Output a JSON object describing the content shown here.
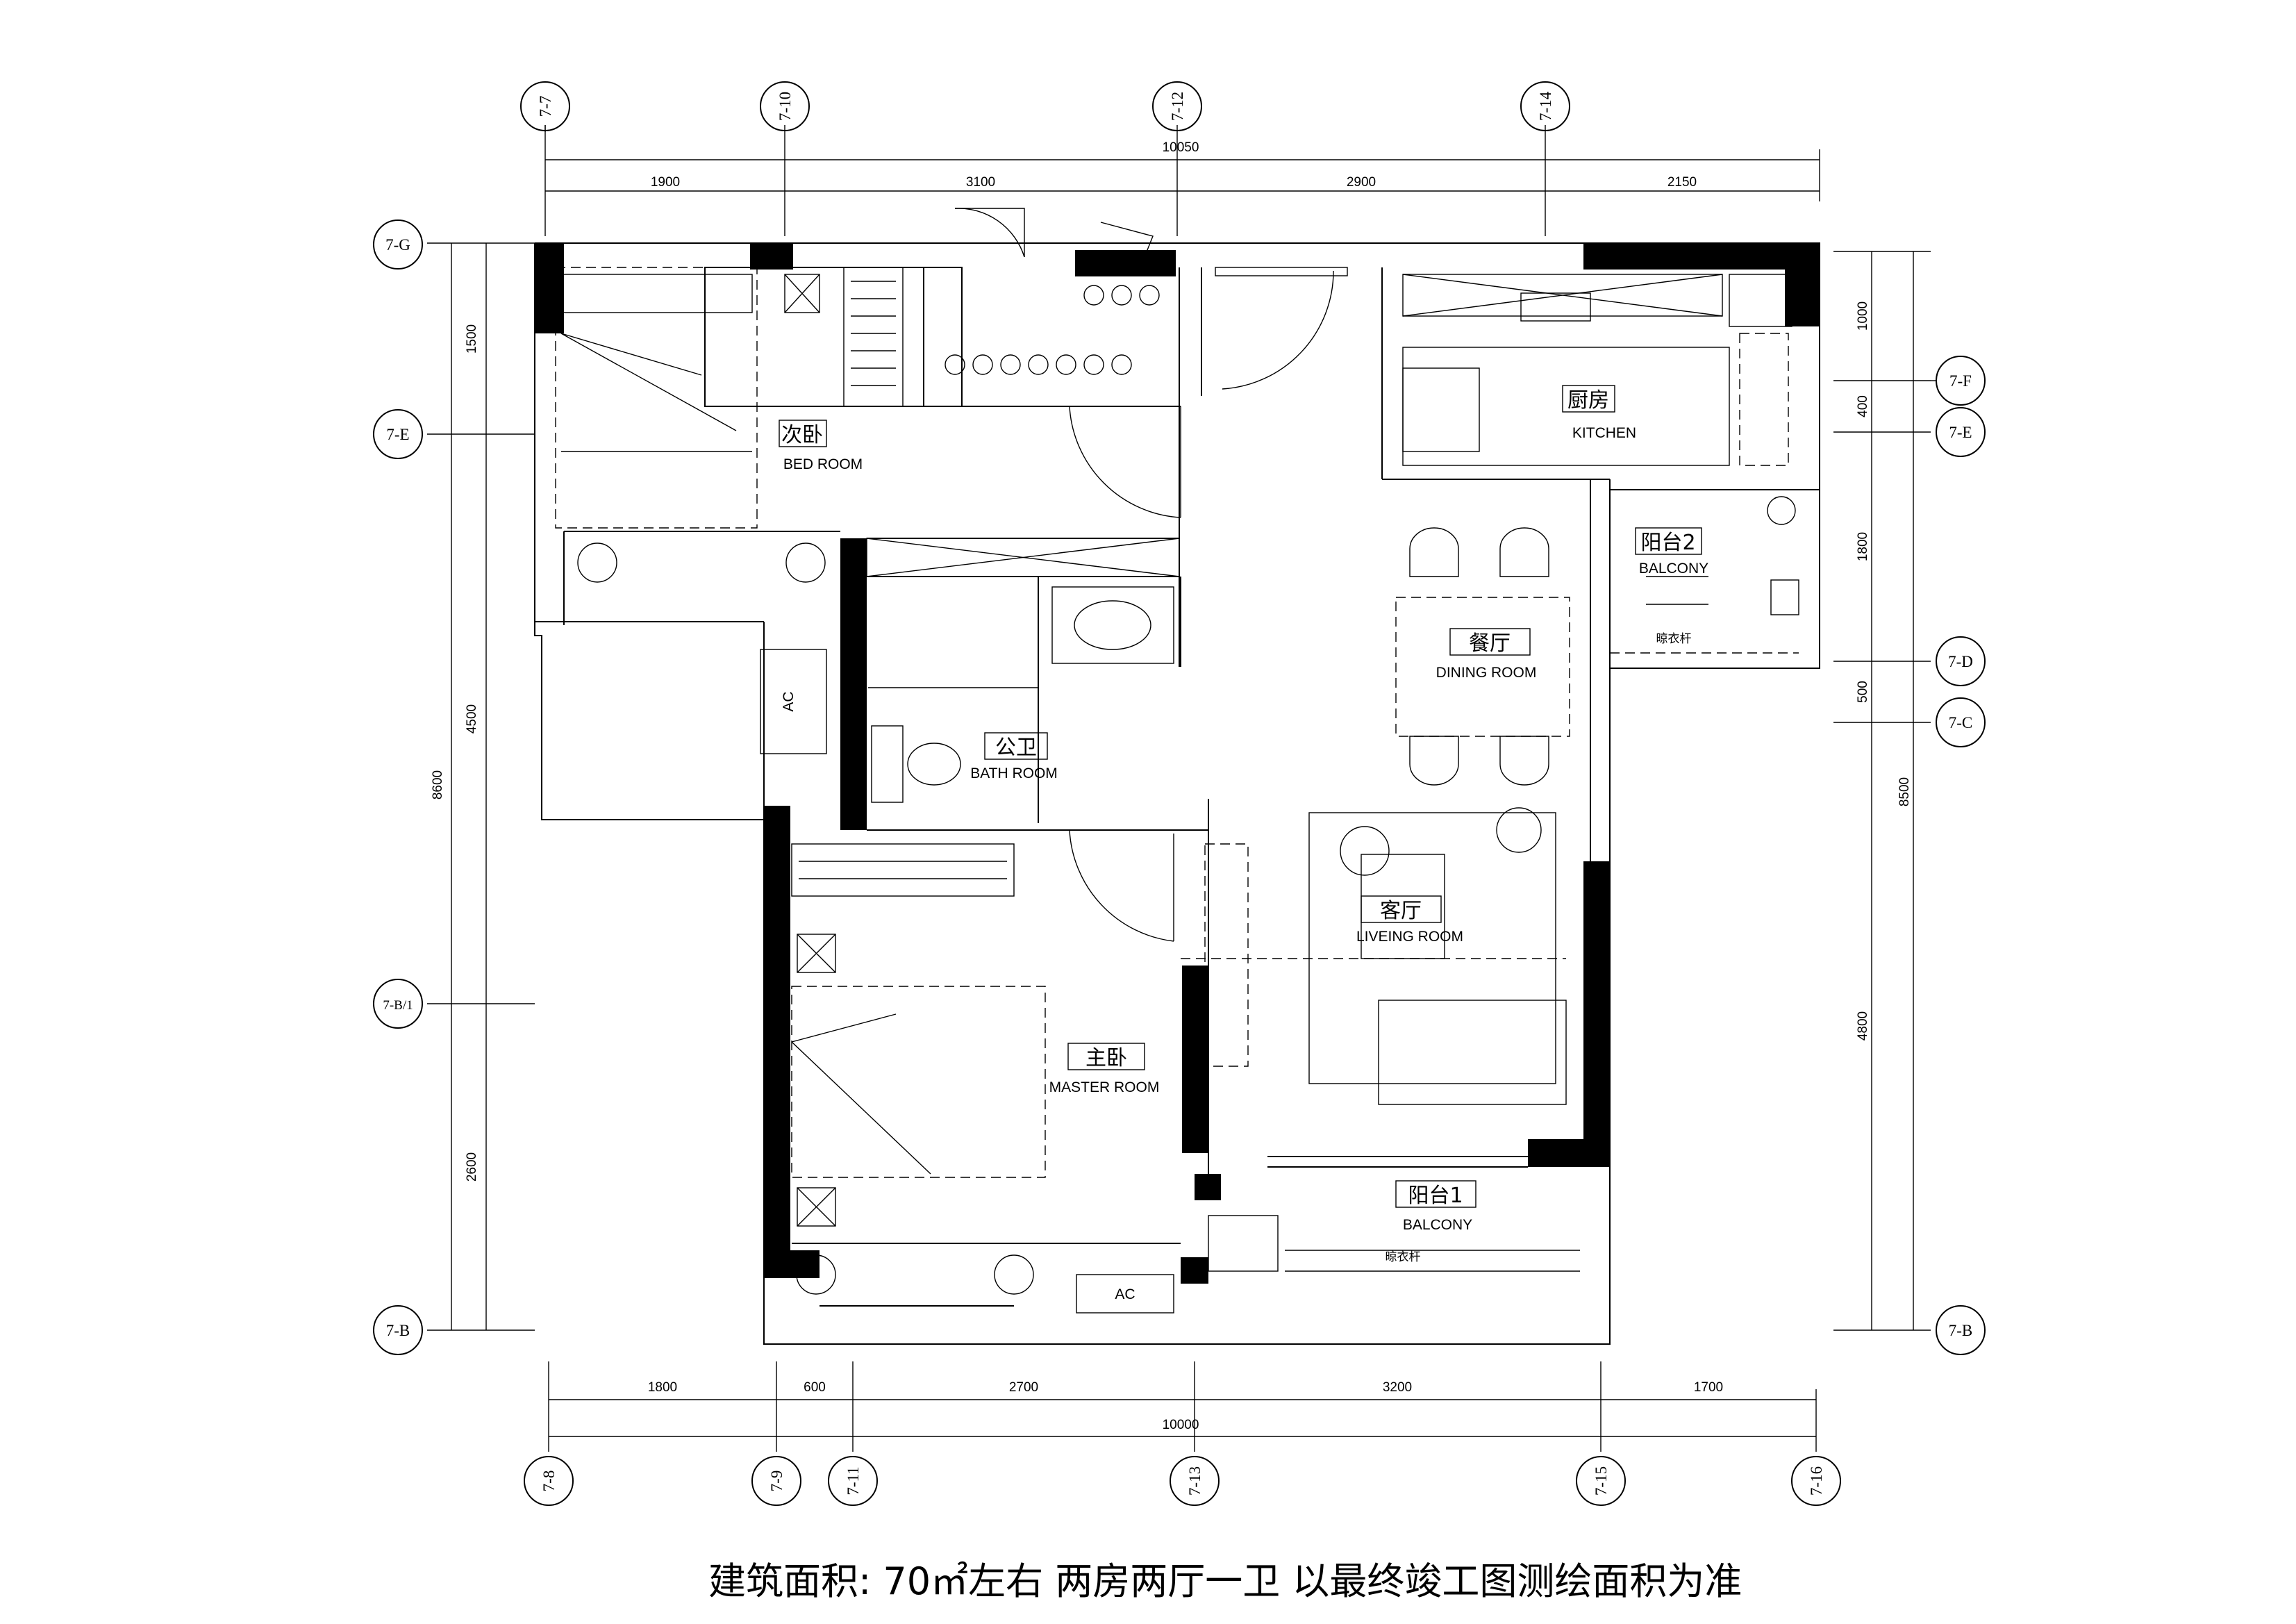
{
  "plan": {
    "top_grids": [
      "7-7",
      "7-10",
      "7-12",
      "7-14"
    ],
    "bottom_grids": [
      "7-8",
      "7-9",
      "7-11",
      "7-13",
      "7-15",
      "7-16"
    ],
    "left_grids": [
      "7-G",
      "7-E",
      "7-B/1",
      "7-B"
    ],
    "right_grids": [
      "7-F",
      "7-E",
      "7-D",
      "7-C",
      "7-B"
    ],
    "top_dims": [
      "1900",
      "3100",
      "2900",
      "2150"
    ],
    "top_total": "10050",
    "bottom_dims": [
      "1800",
      "600",
      "2700",
      "3200",
      "1700"
    ],
    "bottom_total": "10000",
    "left_dims": [
      "1500",
      "4500",
      "2600"
    ],
    "left_total": "8600",
    "right_dims": [
      "1000",
      "400",
      "1800",
      "500",
      "4800"
    ],
    "right_total": "8500",
    "rooms": {
      "bedroom2": {
        "cn": "次卧",
        "en": "BED ROOM"
      },
      "kitchen": {
        "cn": "厨房",
        "en": "KITCHEN"
      },
      "balcony2": {
        "cn": "阳台2",
        "en": "BALCONY"
      },
      "dining": {
        "cn": "餐厅",
        "en": "DINING ROOM"
      },
      "bath": {
        "cn": "公卫",
        "en": "BATH ROOM"
      },
      "living": {
        "cn": "客厅",
        "en": "LIVEING ROOM"
      },
      "master": {
        "cn": "主卧",
        "en": "MASTER ROOM"
      },
      "balcony1": {
        "cn": "阳台1",
        "en": "BALCONY"
      }
    },
    "drying_rack": "晾衣杆",
    "ac": "AC"
  },
  "caption": "建筑面积: 70㎡左右  两房两厅一卫  以最终竣工图测绘面积为准"
}
